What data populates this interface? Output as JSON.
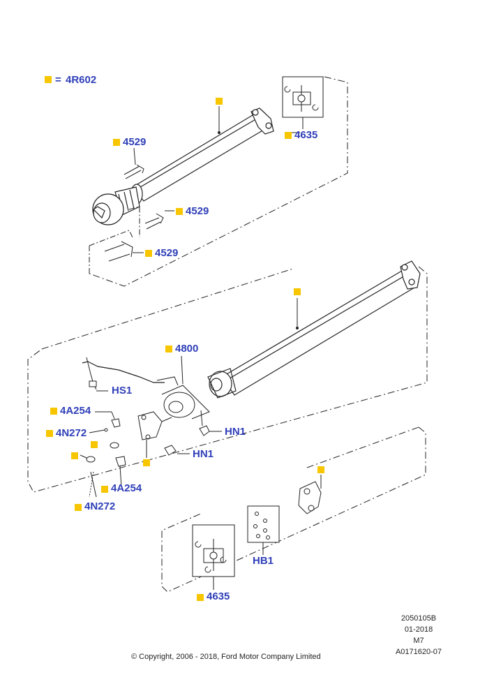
{
  "legend": {
    "symbol_equals": "=",
    "part": "4R602"
  },
  "colors": {
    "label_blue": "#2f3fb8",
    "marker_yellow": "#f7c600",
    "line": "#222222"
  },
  "labels": {
    "p4529_a": "4529",
    "p4529_b": "4529",
    "p4529_c": "4529",
    "p4635_top": "4635",
    "p4800": "4800",
    "hs1": "HS1",
    "p4a254_a": "4A254",
    "p4n272_a": "4N272",
    "hn1_a": "HN1",
    "hn1_b": "HN1",
    "p4a254_b": "4A254",
    "p4n272_b": "4N272",
    "hb1": "HB1",
    "p4635_bottom": "4635"
  },
  "footer": {
    "code": "2050105B",
    "date": "01-2018",
    "model": "M7",
    "ref": "A0171620-07",
    "copyright": "© Copyright, 2006 - 2018, Ford Motor Company Limited"
  }
}
